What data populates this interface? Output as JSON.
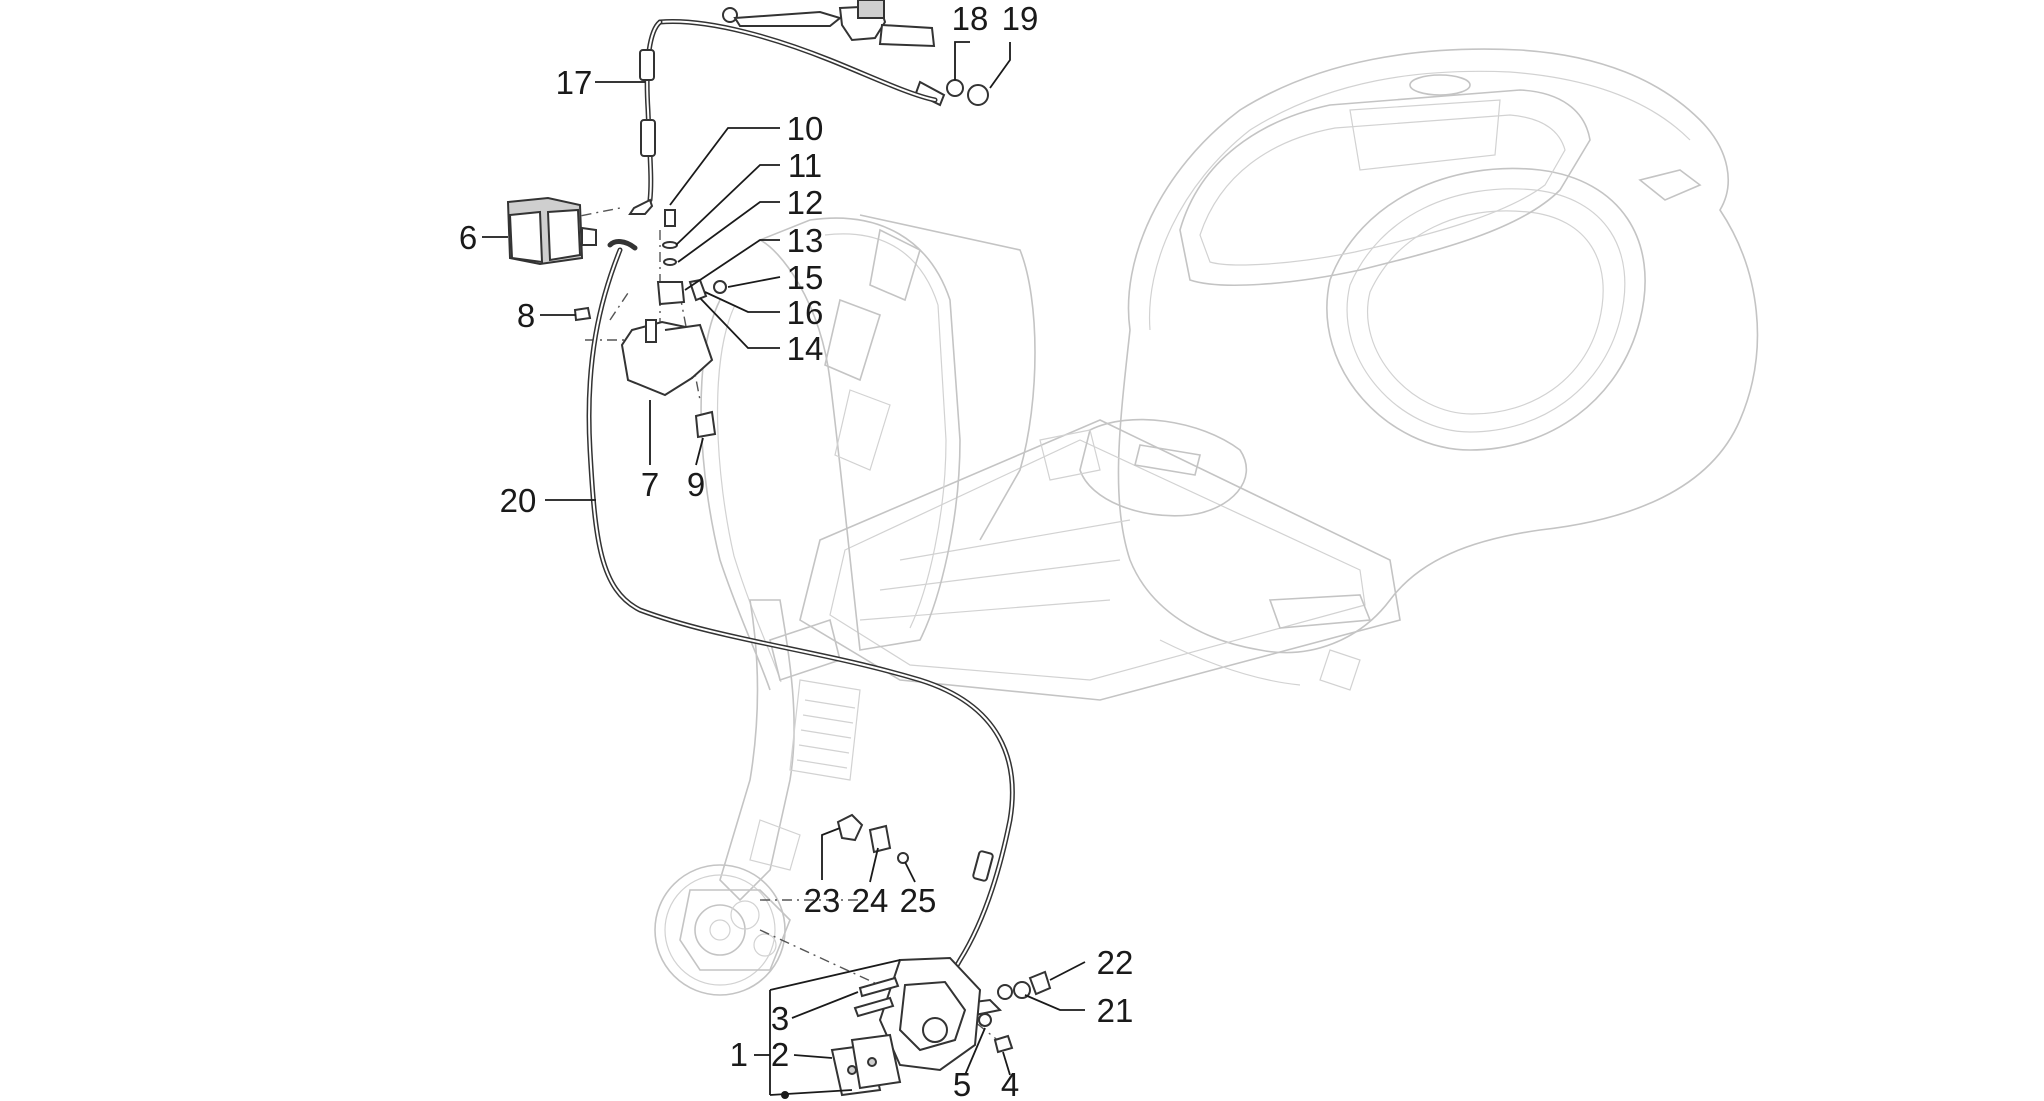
{
  "callouts": [
    {
      "id": "1",
      "text": "1"
    },
    {
      "id": "2",
      "text": "2"
    },
    {
      "id": "3",
      "text": "3"
    },
    {
      "id": "4",
      "text": "4"
    },
    {
      "id": "5",
      "text": "5"
    },
    {
      "id": "6",
      "text": "6"
    },
    {
      "id": "7",
      "text": "7"
    },
    {
      "id": "8",
      "text": "8"
    },
    {
      "id": "9",
      "text": "9"
    },
    {
      "id": "10",
      "text": "10"
    },
    {
      "id": "11",
      "text": "11"
    },
    {
      "id": "12",
      "text": "12"
    },
    {
      "id": "13",
      "text": "13"
    },
    {
      "id": "14",
      "text": "14"
    },
    {
      "id": "15",
      "text": "15"
    },
    {
      "id": "16",
      "text": "16"
    },
    {
      "id": "17",
      "text": "17"
    },
    {
      "id": "18",
      "text": "18"
    },
    {
      "id": "19",
      "text": "19"
    },
    {
      "id": "20",
      "text": "20"
    },
    {
      "id": "21",
      "text": "21"
    },
    {
      "id": "22",
      "text": "22"
    },
    {
      "id": "23",
      "text": "23"
    },
    {
      "id": "24",
      "text": "24"
    },
    {
      "id": "25",
      "text": "25"
    }
  ],
  "colors": {
    "ink": "#1a1a1a",
    "ghost_outline": "#c4c4c4",
    "background": "#ffffff"
  }
}
